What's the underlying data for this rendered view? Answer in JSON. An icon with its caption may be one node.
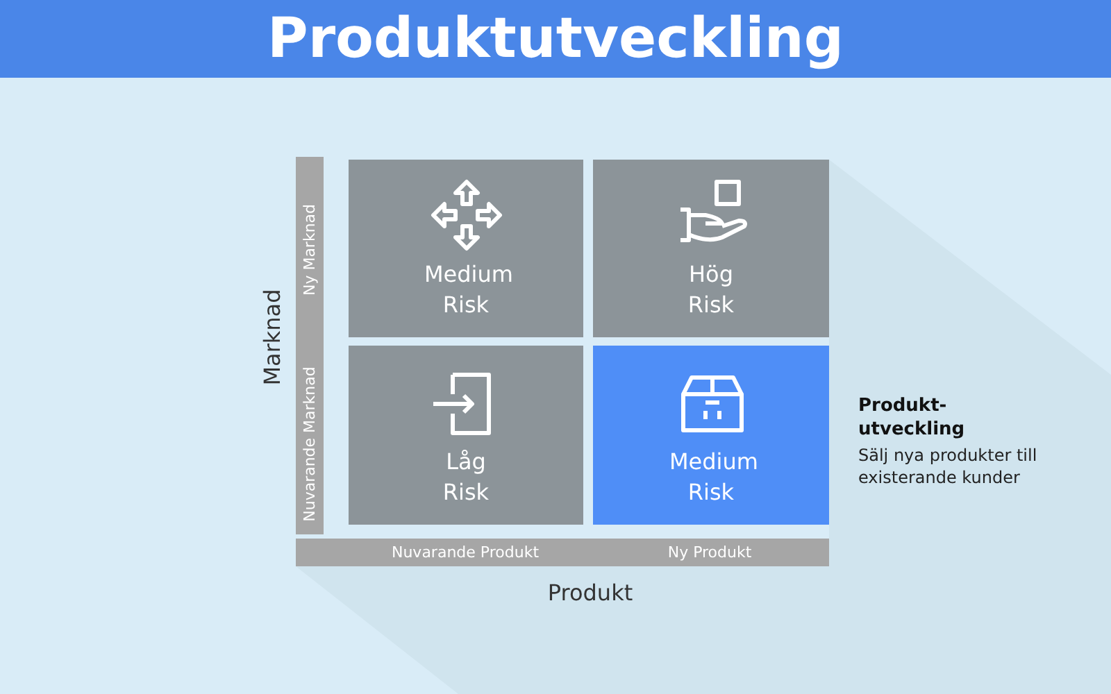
{
  "diagram": {
    "title": "Produktutveckling",
    "nodes": [
      {
        "text": [
          "Medium Risk"
        ]
      },
      {
        "text": [
          "Hög Risk"
        ]
      },
      {
        "text": [
          "Låg Risk"
        ]
      },
      {
        "text": [
          "Medium Risk"
        ]
      }
    ],
    "labels": [
      "Marknad",
      "Ny Marknad",
      "Nuvarande Marknad",
      "Nuvarande Produkt",
      "Ny Produkt",
      "Produkt",
      "Produkt-utveckling",
      "Sälj nya produkter till existerande kunder"
    ]
  }
}
